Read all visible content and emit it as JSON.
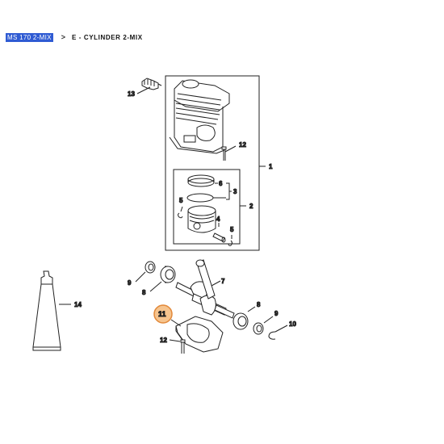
{
  "breadcrumb": {
    "model": "MS 170 2-MIX",
    "separator": ">",
    "section": "E - CYLINDER 2-MIX"
  },
  "callouts": {
    "c13": "13",
    "c12_top": "12",
    "c1": "1",
    "c6": "6",
    "c3": "3",
    "c5_left": "5",
    "c4": "4",
    "c5_right": "5",
    "c2": "2",
    "c9_left": "9",
    "c8_left": "8",
    "c7": "7",
    "c14": "14",
    "c11": "11",
    "c8_right": "8",
    "c9_right": "9",
    "c10": "10",
    "c12_bottom": "12"
  },
  "colors": {
    "highlight_fill": "#f6c48e",
    "highlight_stroke": "#e2893a",
    "breadcrumb_bg": "#2f5bd3"
  }
}
